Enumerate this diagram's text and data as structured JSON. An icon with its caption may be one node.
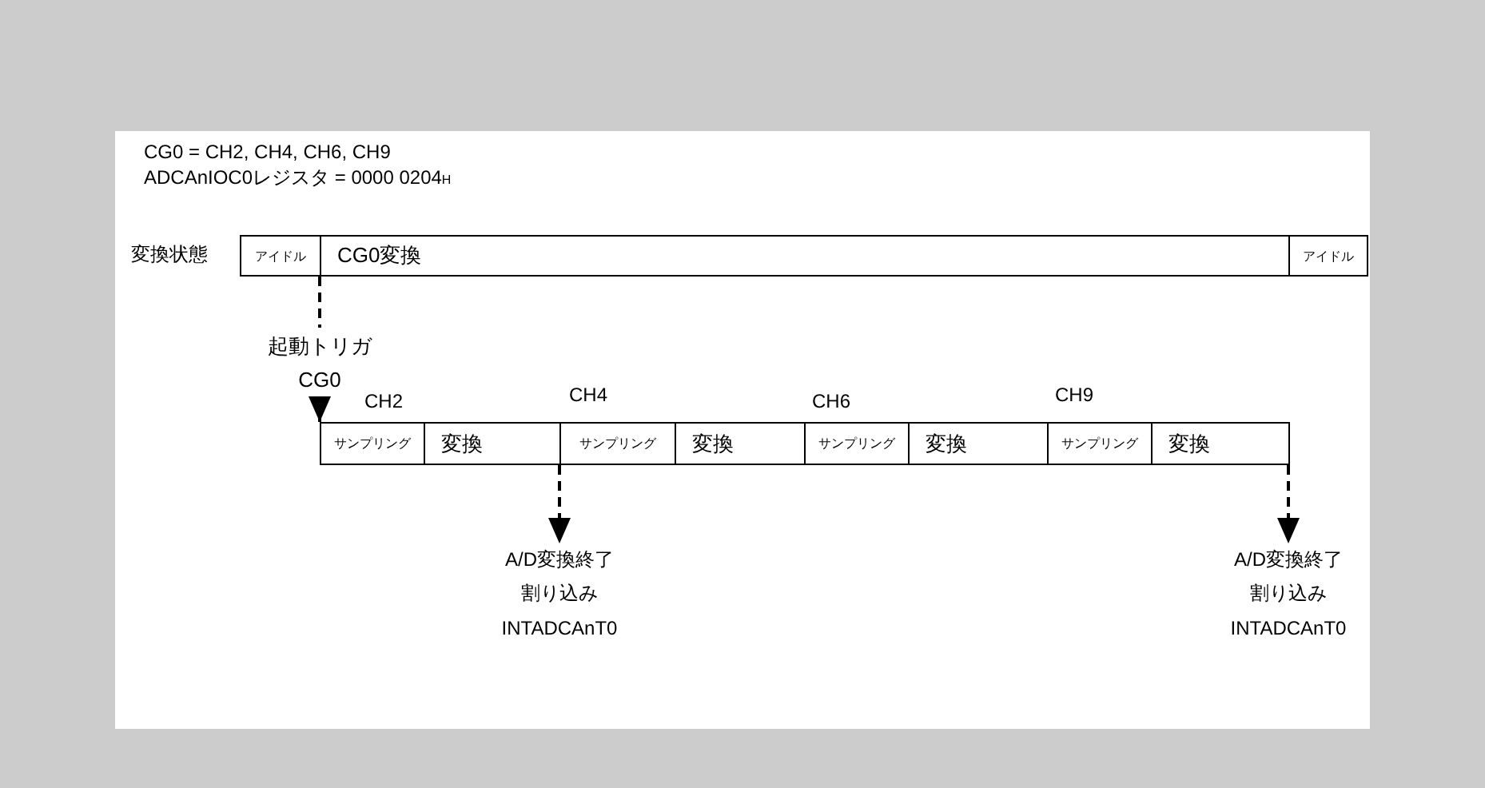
{
  "diagram": {
    "nodes": [
      {
        "text": [
          "アイドル"
        ]
      },
      {
        "text": [
          "CG0変換"
        ]
      },
      {
        "text": [
          "アイドル"
        ]
      },
      {
        "text": [
          "起動トリガ",
          "CG0"
        ]
      },
      {
        "text": [
          "サンプリング"
        ]
      },
      {
        "text": [
          "変換"
        ]
      },
      {
        "text": [
          "サンプリング"
        ]
      },
      {
        "text": [
          "変換"
        ]
      },
      {
        "text": [
          "サンプリング"
        ]
      },
      {
        "text": [
          "変換"
        ]
      },
      {
        "text": [
          "サンプリング"
        ]
      },
      {
        "text": [
          "変換"
        ]
      },
      {
        "text": [
          "A/D変換終了",
          "割り込み",
          "INTADCAnT0"
        ]
      },
      {
        "text": [
          "A/D変換終了",
          "割り込み",
          "INTADCAnT0"
        ]
      }
    ],
    "edges": [
      {
        "from": 1,
        "to": 3,
        "arrow": "none",
        "style": "dashed"
      },
      {
        "from": 3,
        "to": 4,
        "arrow": "to"
      },
      {
        "from": 5,
        "to": 12,
        "arrow": "to",
        "style": "dashed"
      },
      {
        "from": 11,
        "to": 13,
        "arrow": "to",
        "style": "dashed"
      }
    ],
    "labels": [
      "CG0 = CH2, CH4, CH6, CH9",
      "ADCAnIOC0レジスタ = 0000 0204$_{H}$",
      "変換状態",
      "CH2",
      "CH4",
      "CH6",
      "CH9"
    ]
  }
}
